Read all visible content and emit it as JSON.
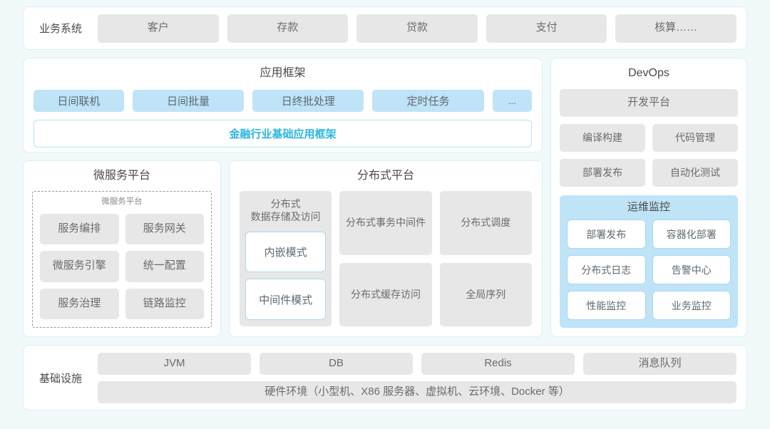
{
  "colors": {
    "page_background": "#f2f9fb",
    "panel_border": "#d9eef4",
    "chip_gray": "#e7e7e7",
    "chip_blue": "#bfe3f7",
    "accent_cyan": "#2bb5e0",
    "text_gray": "#6b6b6b"
  },
  "business_row": {
    "label": "业务系统",
    "items": [
      "客户",
      "存款",
      "贷款",
      "支付",
      "核算……"
    ]
  },
  "app_framework": {
    "title": "应用框架",
    "chips": [
      "日间联机",
      "日间批量",
      "日终批处理",
      "定时任务",
      "..."
    ],
    "base_bar": "金融行业基础应用框架"
  },
  "microservice_platform": {
    "title": "微服务平台",
    "inner_title": "微服务平台",
    "items": [
      "服务编排",
      "服务网关",
      "微服务引擎",
      "统一配置",
      "服务治理",
      "链路监控"
    ]
  },
  "distributed_platform": {
    "title": "分布式平台",
    "storage_card": {
      "title": "分布式\n数据存储及访问",
      "title_line1": "分布式",
      "title_line2": "数据存储及访问",
      "modes": [
        "内嵌模式",
        "中间件模式"
      ]
    },
    "column_b": [
      {
        "line1": "分布式",
        "line2": "事务中间件"
      },
      {
        "line1": "分布式",
        "line2": "缓存访问"
      }
    ],
    "column_c": [
      {
        "line1": "分布式调度",
        "line2": ""
      },
      {
        "line1": "全局序列",
        "line2": ""
      }
    ]
  },
  "devops": {
    "title": "DevOps",
    "platform": "开发平台",
    "pairs": [
      [
        "编译构建",
        "代码管理"
      ],
      [
        "部署发布",
        "自动化测试"
      ]
    ],
    "ops_monitor": {
      "title": "运维监控",
      "items": [
        "部署发布",
        "容器化部署",
        "分布式日志",
        "告警中心",
        "性能监控",
        "业务监控"
      ]
    }
  },
  "infrastructure": {
    "label": "基础设施",
    "top_items": [
      "JVM",
      "DB",
      "Redis",
      "消息队列"
    ],
    "bottom_item": "硬件环境（小型机、X86 服务器、虚拟机、云环境、Docker 等）"
  }
}
